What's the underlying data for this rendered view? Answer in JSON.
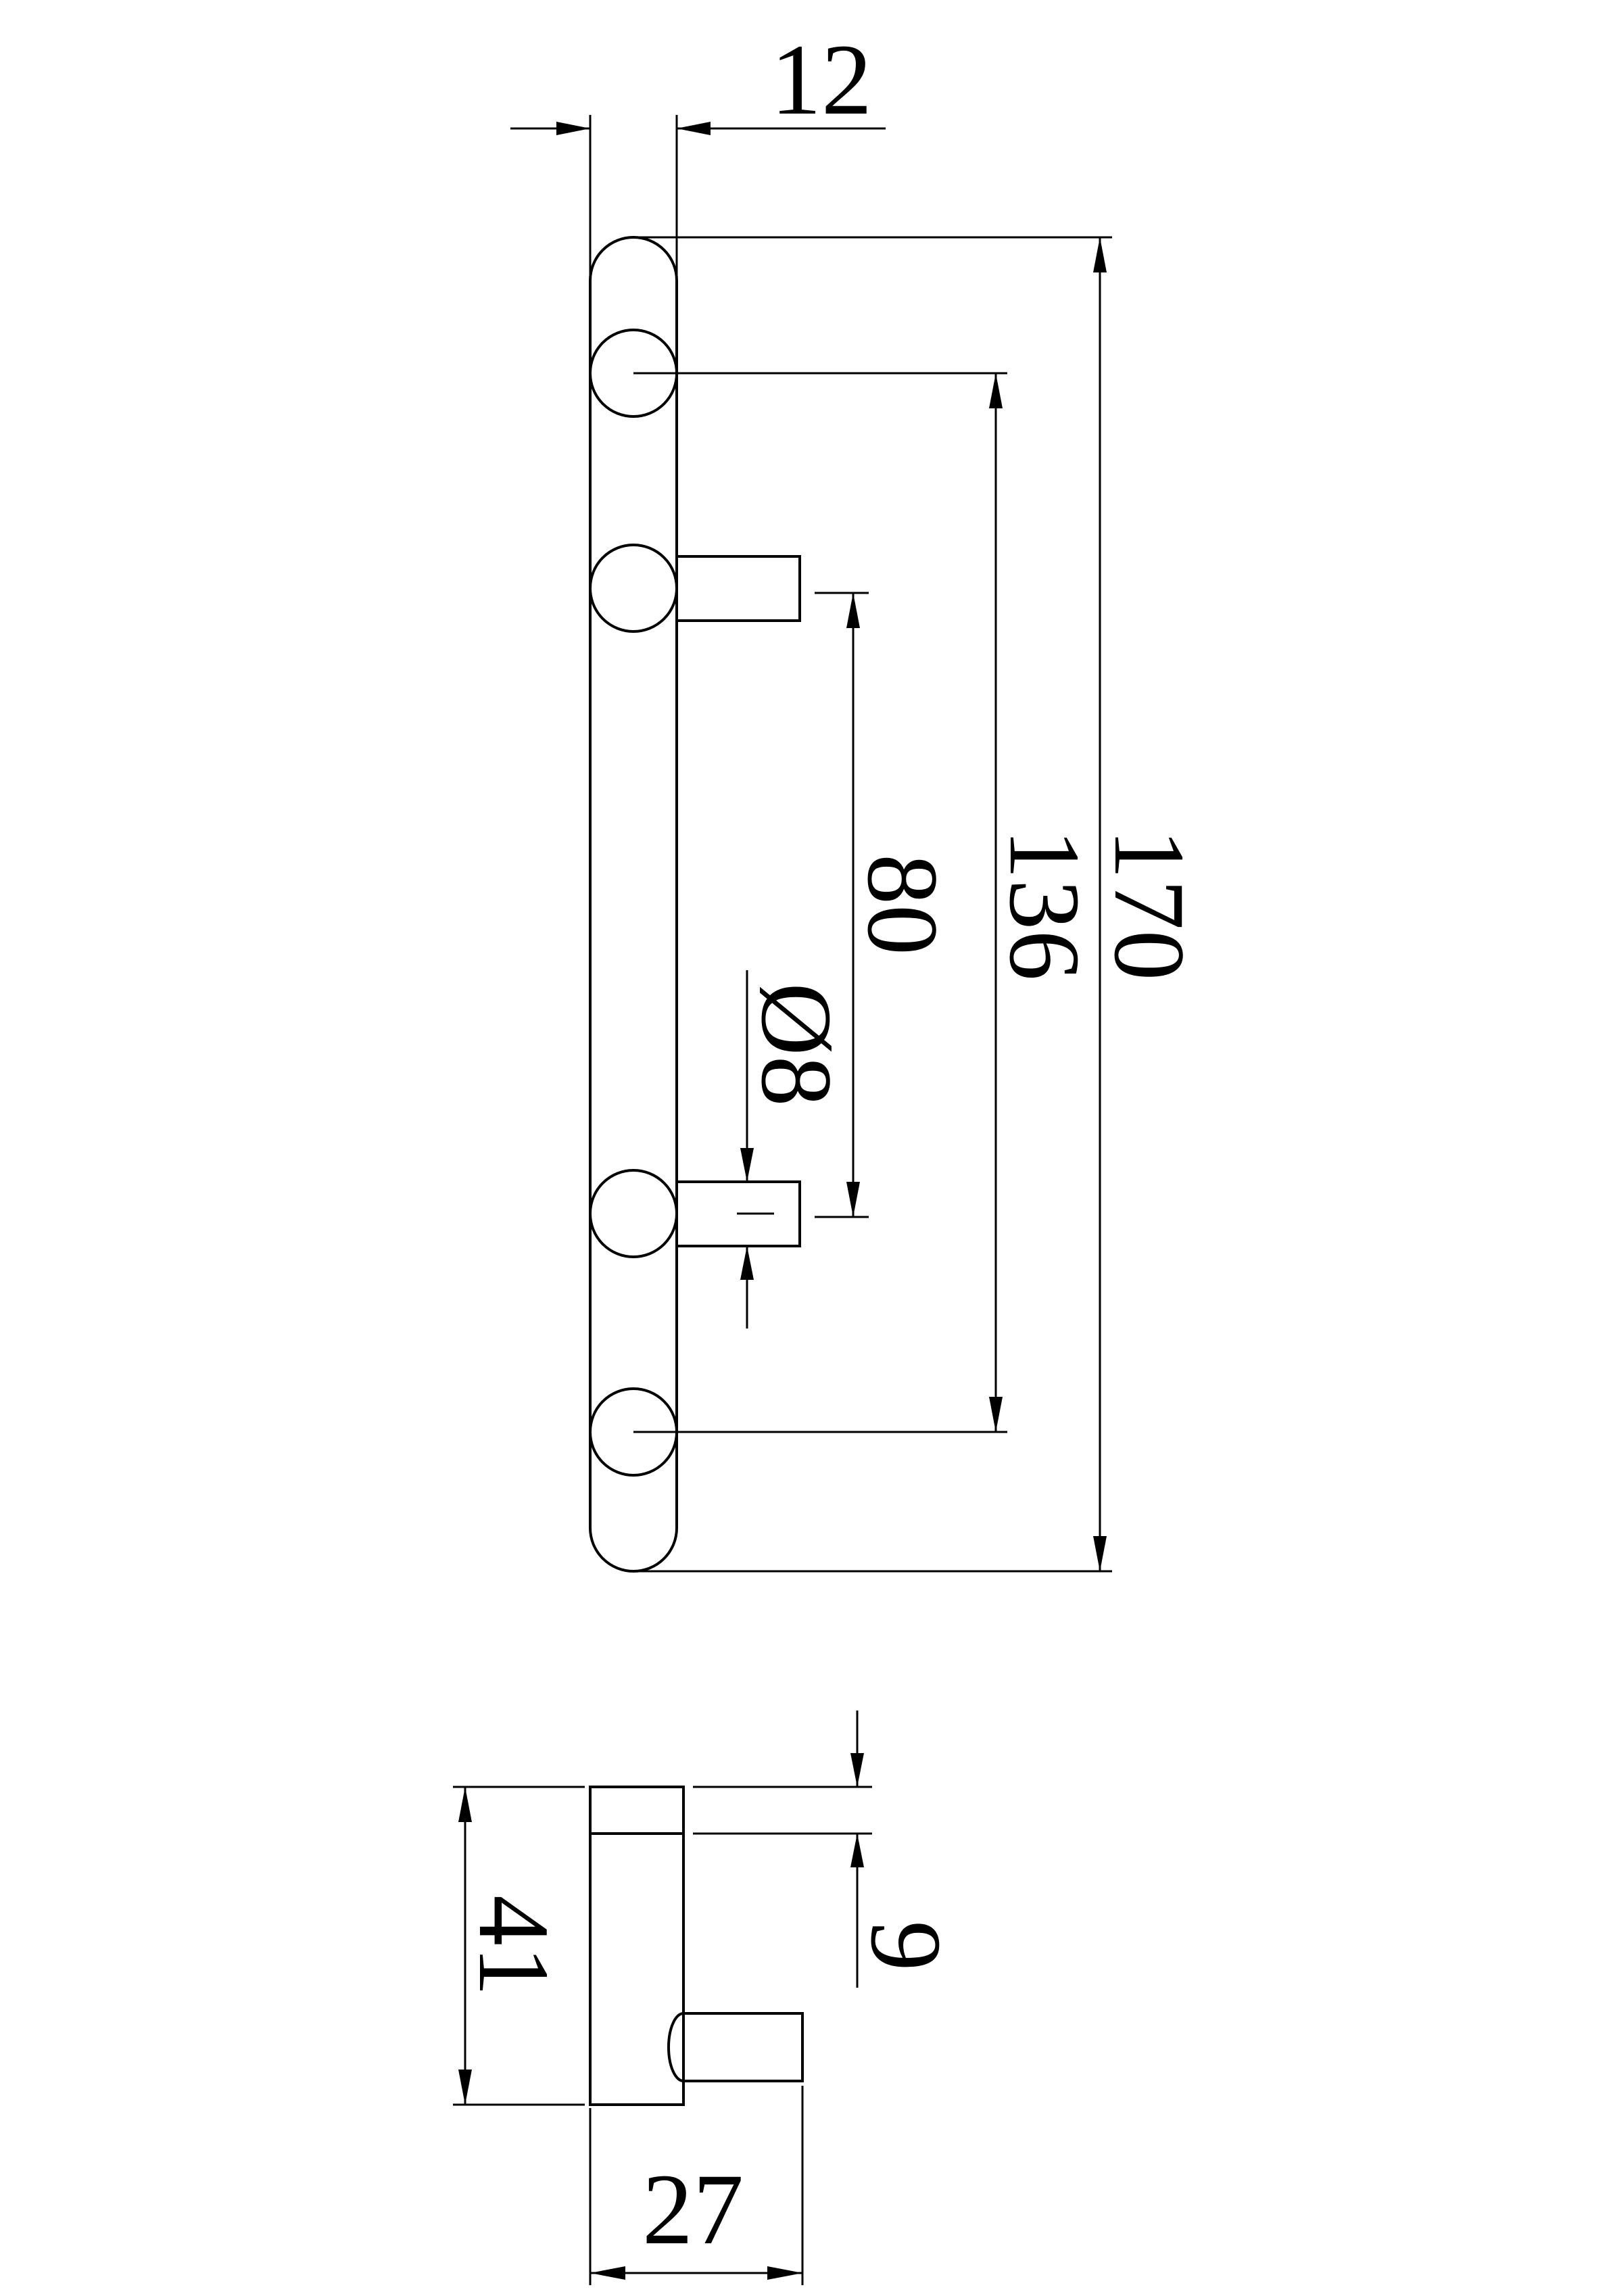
{
  "drawing": {
    "dimensions": {
      "width": "12",
      "overall_length": "170",
      "hole_spacing": "136",
      "post_spacing": "80",
      "post_diameter": "Ø8",
      "height": "41",
      "depth": "27",
      "thickness": "9"
    }
  }
}
